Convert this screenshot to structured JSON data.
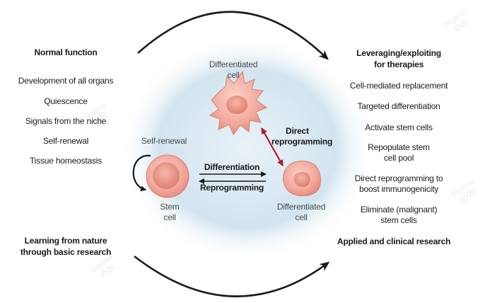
{
  "left_column": {
    "heading": "Normal function",
    "items": [
      "Development of all organs",
      "Quiescence",
      "Signals from the niche",
      "Self-renewal",
      "Tissue homeostasis"
    ],
    "bottom": [
      "Learning from nature",
      "through basic research"
    ]
  },
  "right_column": {
    "heading": [
      "Leveraging/exploiting",
      "for therapies"
    ],
    "items": [
      [
        "Cell-mediated replacement"
      ],
      [
        "Targeted differentiation"
      ],
      [
        "Activate stem cells"
      ],
      [
        "Repopulate stem",
        "cell pool"
      ],
      [
        "Direct reprogramming to",
        "boost immunogenicity"
      ],
      [
        "Eliminate (malignant)",
        "stem cells"
      ]
    ],
    "bottom": "Applied and clinical research"
  },
  "center": {
    "differentiated_cell_top": [
      "Differentiated",
      "cell"
    ],
    "direct_reprogramming": [
      "Direct",
      "reprogramming"
    ],
    "self_renewal": "Self-renewal",
    "differentiation": "Differentiation",
    "reprogramming": "Reprogramming",
    "stem_cell": [
      "Stem",
      "cell"
    ],
    "differentiated_cell_bottom": [
      "Differentiated",
      "cell"
    ]
  },
  "watermark": [
    "bigene",
    "必因"
  ],
  "colors": {
    "halo": "#d2e4ef",
    "cell_fill": "#f2a99c",
    "cell_nucleus": "#e38577",
    "double_arrow": "#b3192b",
    "arc": "#1a1a1a"
  }
}
